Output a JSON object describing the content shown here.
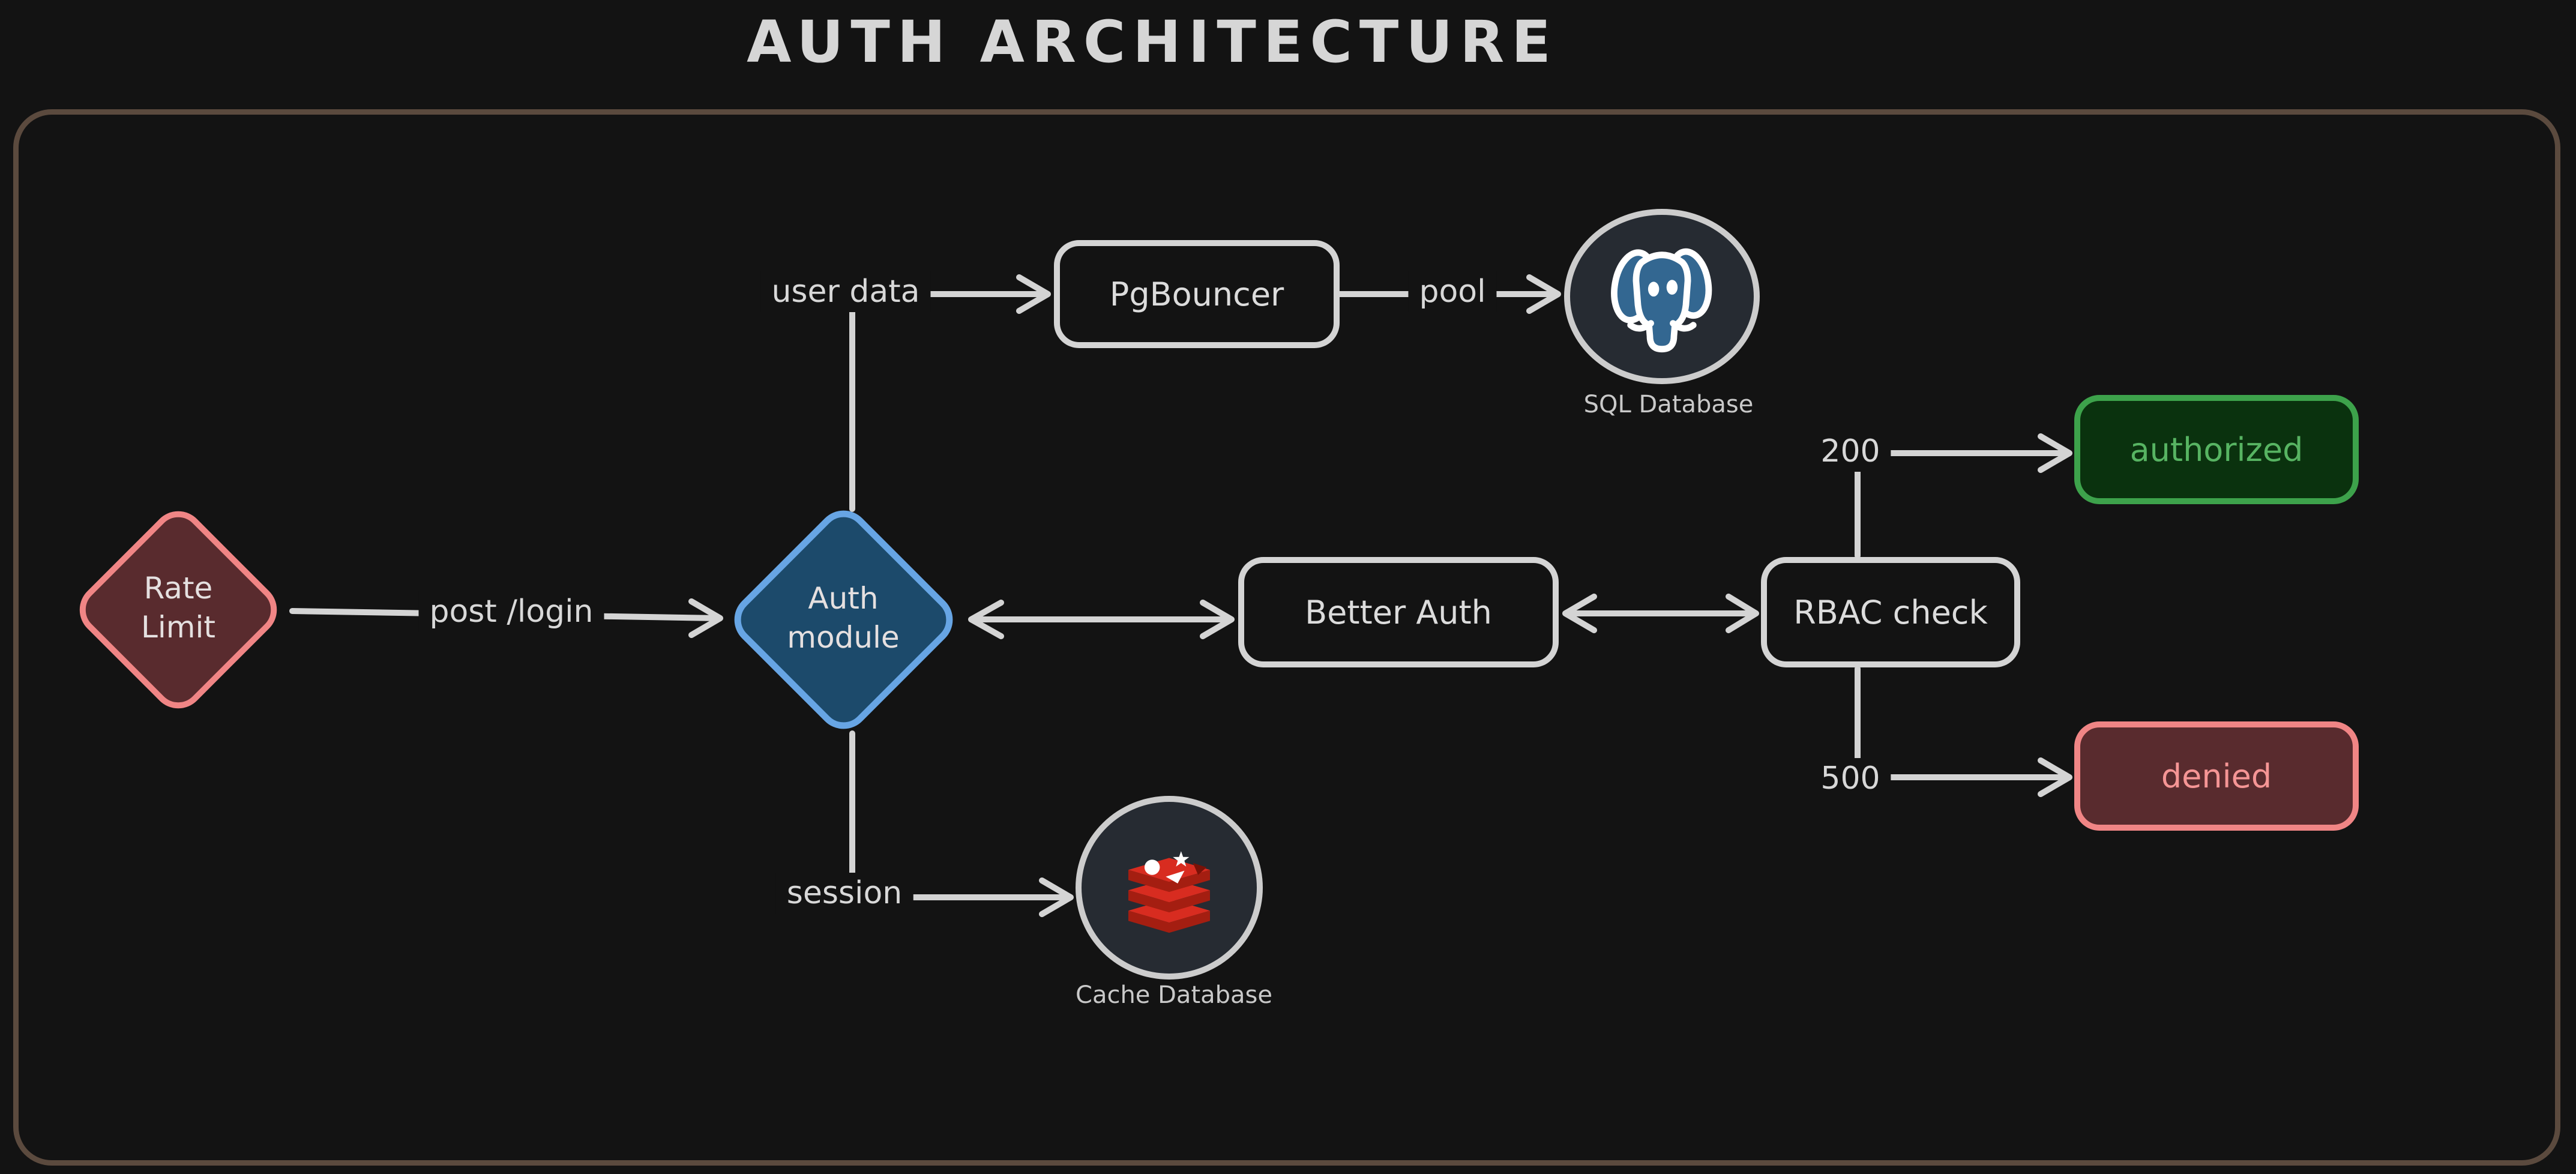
{
  "title": "AUTH ARCHITECTURE",
  "colors": {
    "background": "#131313",
    "frame_border": "#5b4a3e",
    "stroke_gray": "#d4d4d4",
    "label_gray": "#d8d8d8",
    "caption_gray": "#c9c9c9",
    "red_border": "#f08585",
    "red_fill": "#592b2e",
    "red_text": "#f59595",
    "blue_border": "#67a5e4",
    "blue_fill": "#1c4a6b",
    "green_border": "#3da24b",
    "green_fill": "#0a320e",
    "green_text": "#57b462",
    "db_circle_fill": "#262b32",
    "db_circle_border": "#cccccc",
    "postgres_blue": "#336791",
    "redis_red": "#d82c20",
    "redis_dark_red": "#a41e11"
  },
  "nodes": {
    "rate_limit": {
      "lines": [
        "Rate",
        "Limit"
      ]
    },
    "auth_module": {
      "lines": [
        "Auth",
        "module"
      ]
    },
    "pgbouncer": {
      "label": "PgBouncer"
    },
    "better_auth": {
      "label": "Better Auth"
    },
    "rbac_check": {
      "label": "RBAC check"
    },
    "authorized": {
      "label": "authorized"
    },
    "denied": {
      "label": "denied"
    },
    "sql_database": {
      "caption": "SQL Database",
      "icon": "postgresql-elephant-icon"
    },
    "cache_database": {
      "caption": "Cache Database",
      "icon": "redis-stack-icon"
    }
  },
  "edges": {
    "post_login": {
      "label": "post /login"
    },
    "user_data": {
      "label": "user data"
    },
    "pool": {
      "label": "pool"
    },
    "status_200": {
      "label": "200"
    },
    "status_500": {
      "label": "500"
    },
    "session": {
      "label": "session"
    }
  }
}
